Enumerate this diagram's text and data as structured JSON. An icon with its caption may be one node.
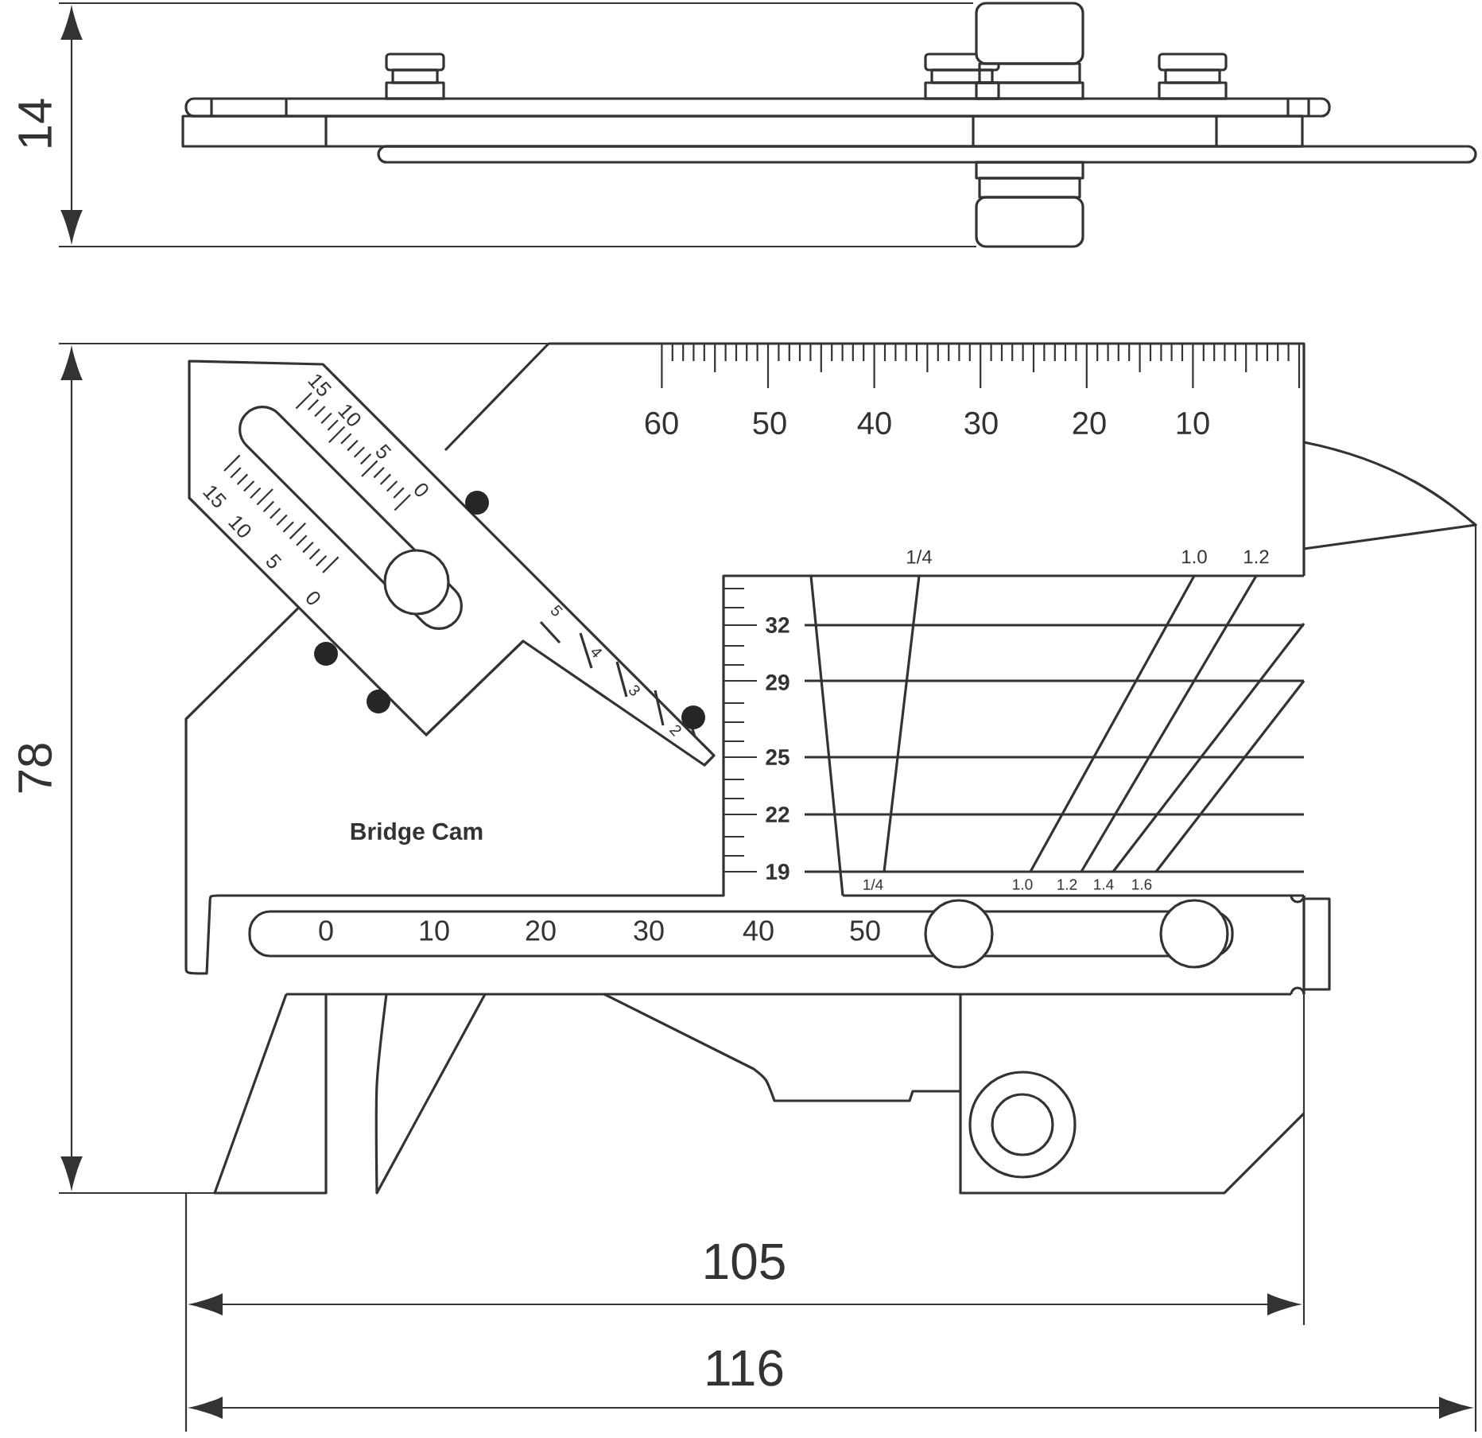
{
  "diagram": {
    "labels": [
      "14",
      "15",
      "10",
      "5",
      "0",
      "60",
      "50",
      "40",
      "30",
      "20",
      "10",
      "15",
      "10",
      "5",
      "0",
      "1/4",
      "1.0",
      "1.2",
      "5",
      "4",
      "3",
      "2",
      "32",
      "29",
      "25",
      "22",
      "19",
      "Bridge Cam",
      "1/4",
      "1.0",
      "1.2",
      "1.4",
      "1.6",
      "0",
      "10",
      "20",
      "30",
      "40",
      "50",
      "78",
      "105",
      "116"
    ]
  }
}
